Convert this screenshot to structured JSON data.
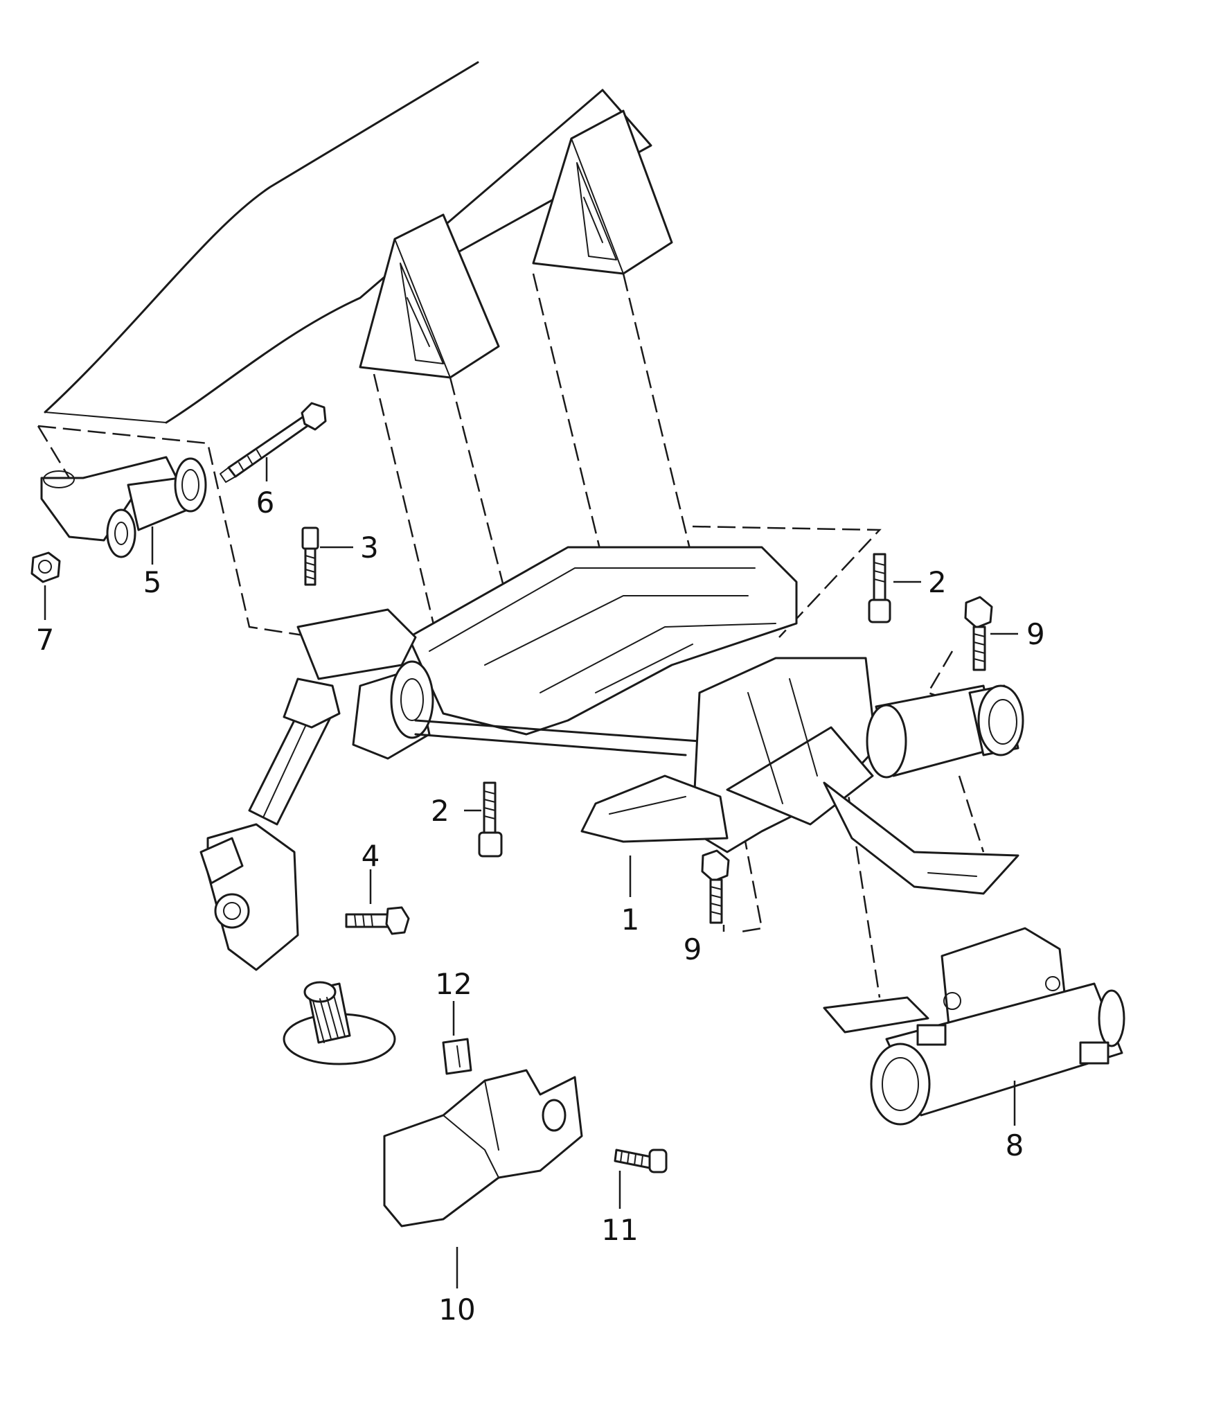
{
  "diagram": {
    "type": "exploded-parts-illustration",
    "callouts": [
      {
        "id": "1",
        "label": "1"
      },
      {
        "id": "2a",
        "label": "2"
      },
      {
        "id": "2b",
        "label": "2"
      },
      {
        "id": "3",
        "label": "3"
      },
      {
        "id": "4",
        "label": "4"
      },
      {
        "id": "5",
        "label": "5"
      },
      {
        "id": "6",
        "label": "6"
      },
      {
        "id": "7",
        "label": "7"
      },
      {
        "id": "8",
        "label": "8"
      },
      {
        "id": "9a",
        "label": "9"
      },
      {
        "id": "9b",
        "label": "9"
      },
      {
        "id": "10",
        "label": "10"
      },
      {
        "id": "11",
        "label": "11"
      },
      {
        "id": "12",
        "label": "12"
      }
    ]
  }
}
